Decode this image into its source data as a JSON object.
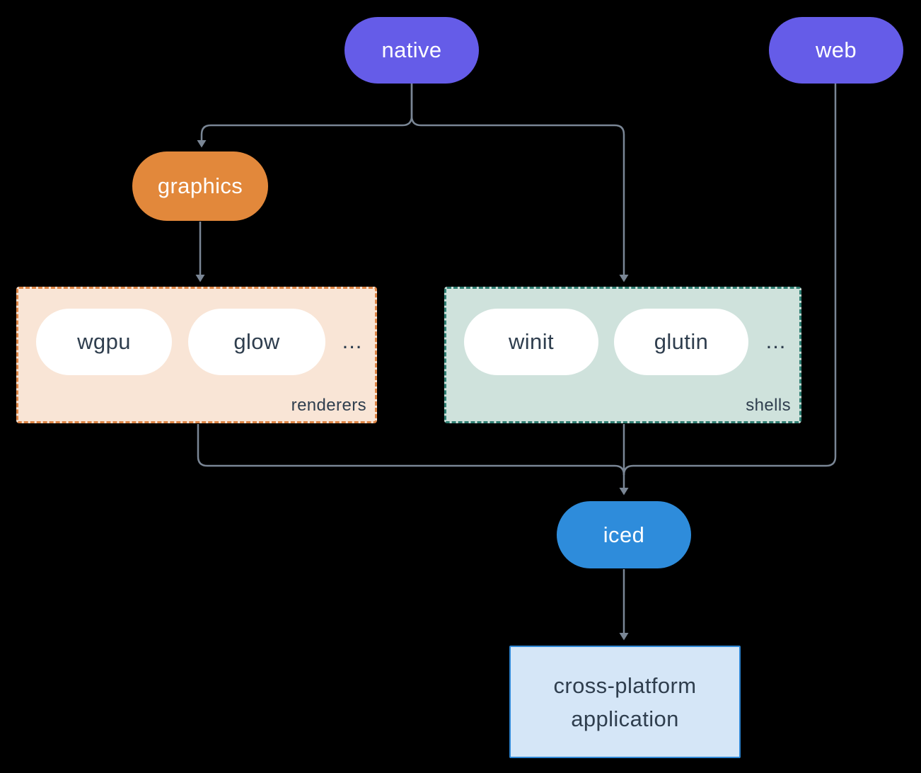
{
  "diagram": {
    "nodes": {
      "native": {
        "label": "native",
        "color": "#655CE8"
      },
      "web": {
        "label": "web",
        "color": "#655CE8"
      },
      "graphics": {
        "label": "graphics",
        "color": "#E2883B"
      },
      "wgpu": {
        "label": "wgpu",
        "color": "#FFFFFF"
      },
      "glow": {
        "label": "glow",
        "color": "#FFFFFF"
      },
      "winit": {
        "label": "winit",
        "color": "#FFFFFF"
      },
      "glutin": {
        "label": "glutin",
        "color": "#FFFFFF"
      },
      "iced": {
        "label": "iced",
        "color": "#2E8CDB"
      },
      "app": {
        "line1": "cross-platform",
        "line2": "application",
        "fill": "#D5E6F7",
        "border": "#2E86D4"
      }
    },
    "groups": {
      "renderers": {
        "label": "renderers",
        "ellipsis": "...",
        "fill": "#F9E5D6",
        "border": "#DE8546"
      },
      "shells": {
        "label": "shells",
        "ellipsis": "...",
        "fill": "#CFE2DC",
        "border": "#2F7E72"
      }
    },
    "colors": {
      "background": "#000000",
      "edge": "#7A8695",
      "text_dark": "#2F3E4E",
      "text_light": "#FFFFFF"
    }
  }
}
